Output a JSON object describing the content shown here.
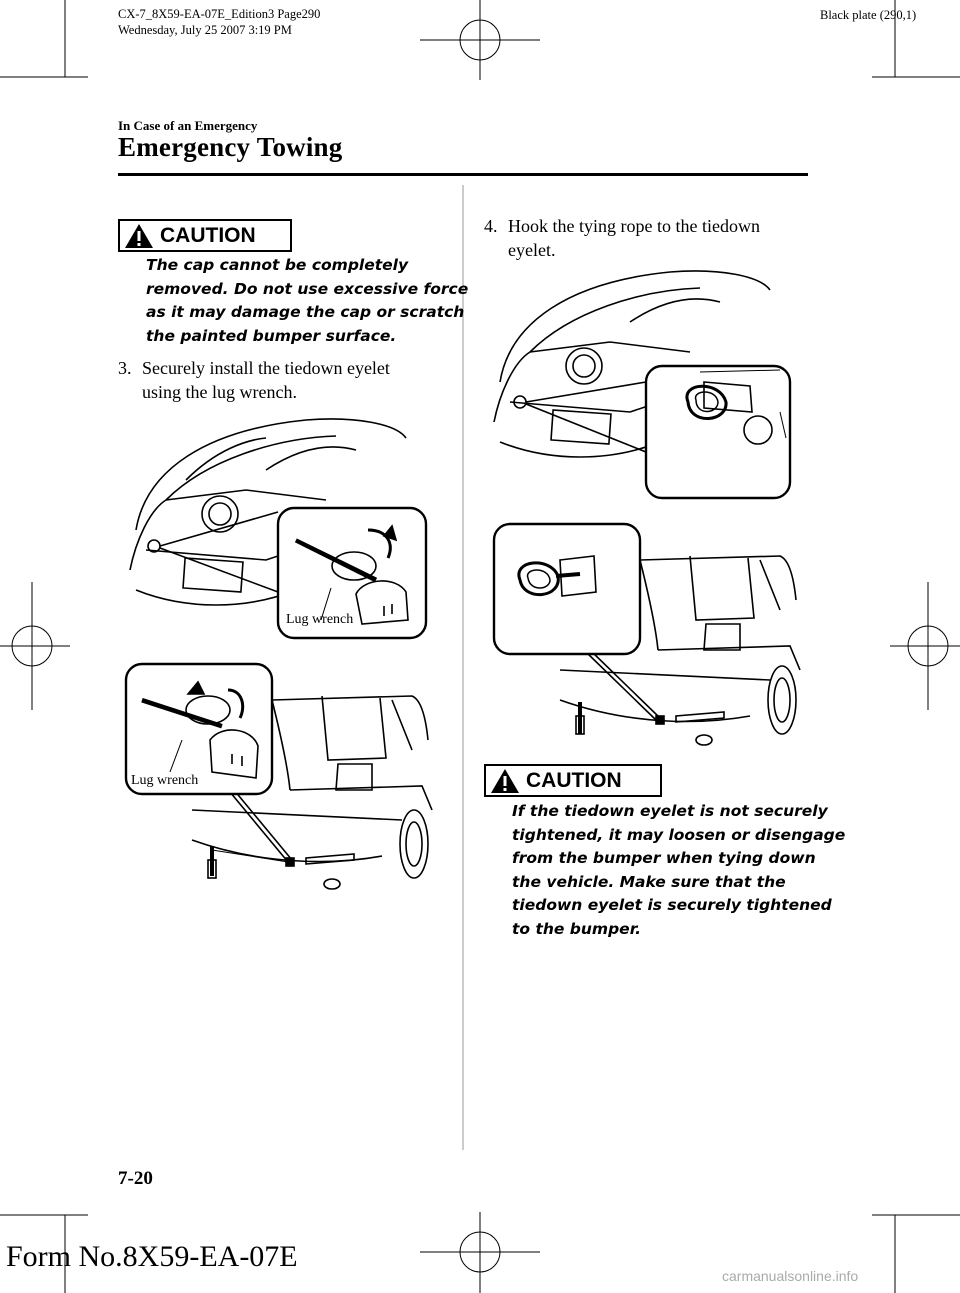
{
  "print_info": {
    "line1": "CX-7_8X59-EA-07E_Edition3 Page290",
    "line2": "Wednesday, July 25 2007 3:19 PM"
  },
  "plate": "Black plate (290,1)",
  "header": {
    "section": "In Case of an Emergency",
    "title": "Emergency Towing"
  },
  "left_column": {
    "caution_label": "CAUTION",
    "caution_lines": [
      "The cap cannot be completely",
      "removed. Do not use excessive force",
      "as it may damage the cap or scratch",
      "the painted bumper surface."
    ],
    "step3": {
      "number": "3.",
      "lines": [
        "Securely install the tiedown eyelet",
        "using the lug wrench."
      ]
    },
    "callout_top": "Lug wrench",
    "callout_bottom": "Lug wrench"
  },
  "right_column": {
    "step4": {
      "number": "4.",
      "lines": [
        "Hook the tying rope to the tiedown",
        "eyelet."
      ]
    },
    "caution_label": "CAUTION",
    "caution_lines": [
      "If the tiedown eyelet is not securely",
      "tightened, it may loosen or disengage",
      "from the bumper when tying down",
      "the vehicle. Make sure that the",
      "tiedown eyelet is securely tightened",
      "to the bumper."
    ]
  },
  "footer": {
    "page_number": "7-20",
    "form_number": "Form No.8X59-EA-07E",
    "watermark": "carmanualsonline.info"
  }
}
